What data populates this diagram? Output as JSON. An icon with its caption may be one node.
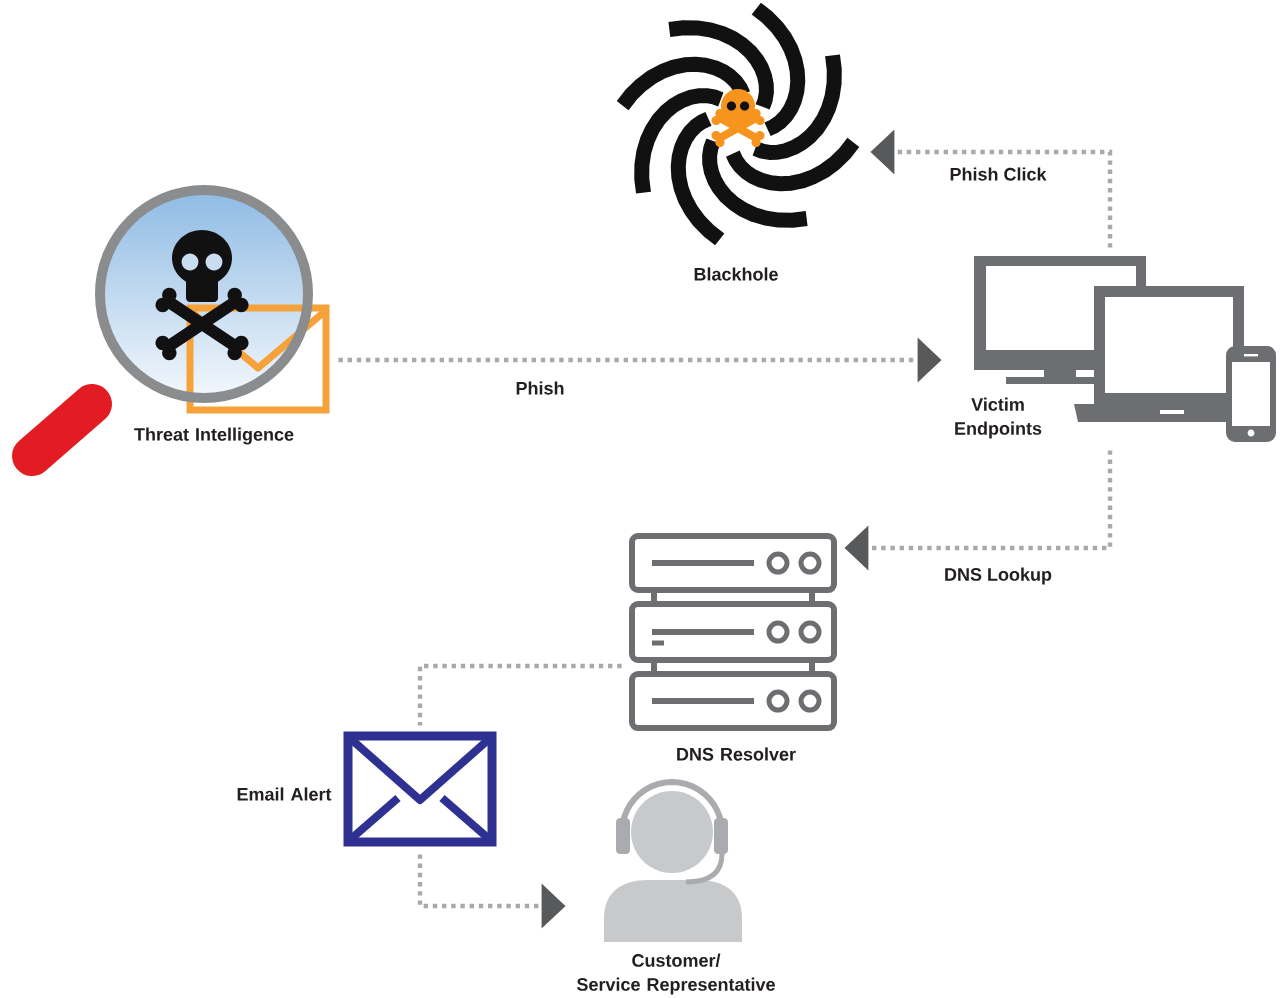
{
  "diagram": {
    "nodes": [
      {
        "text": [
          "Threat Intelligence"
        ]
      },
      {
        "text": [
          "Blackhole"
        ]
      },
      {
        "text": [
          "Victim Endpoints"
        ]
      },
      {
        "text": [
          "DNS Resolver"
        ]
      },
      {
        "text": [
          "Email Alert"
        ]
      },
      {
        "text": [
          "Customer/ Service Representative"
        ]
      }
    ],
    "edges": [
      {
        "from": 0,
        "to": 2,
        "arrow": "to",
        "label": "Phish"
      },
      {
        "from": 2,
        "to": 1,
        "arrow": "to",
        "label": "Phish Click"
      },
      {
        "from": 2,
        "to": 3,
        "arrow": "to",
        "label": "DNS Lookup"
      },
      {
        "from": 3,
        "to": 4,
        "arrow": "none"
      },
      {
        "from": 4,
        "to": 5,
        "arrow": "to"
      }
    ]
  }
}
